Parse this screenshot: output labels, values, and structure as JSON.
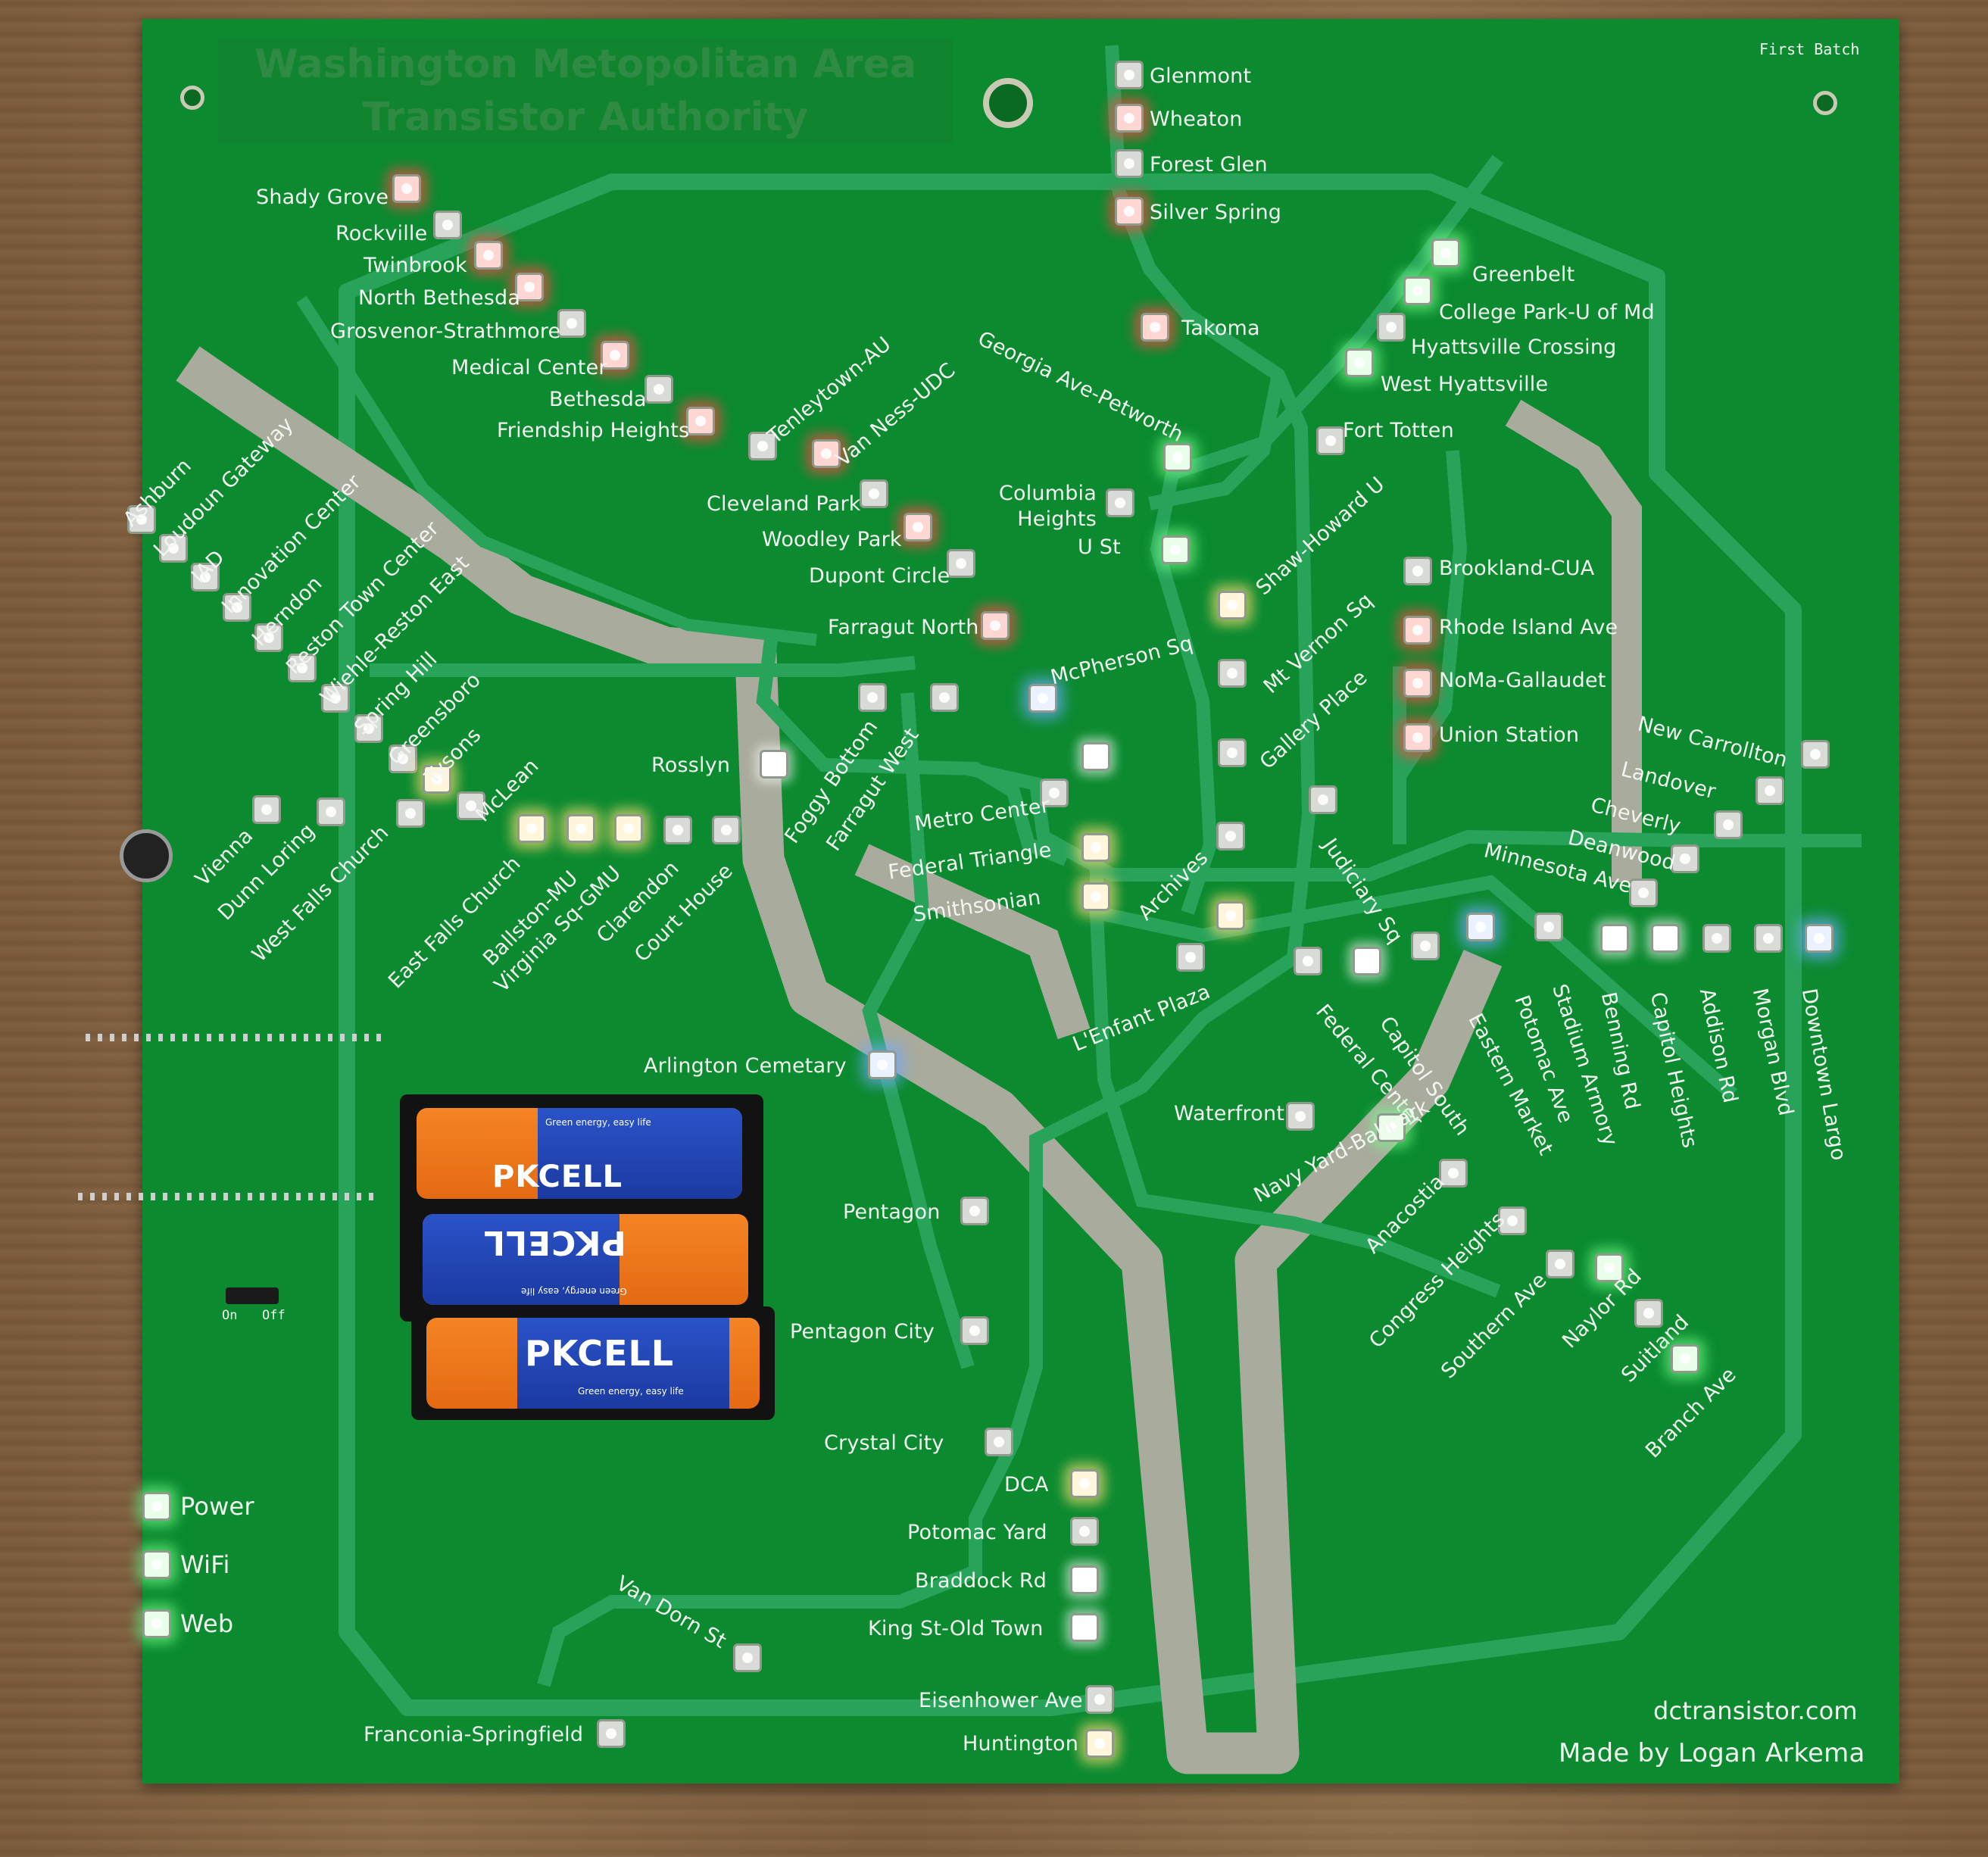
{
  "board": {
    "title_line1": "Washington Metopolitan Area",
    "title_line2": "Transistor Authority",
    "batch_note": "First Batch",
    "website": "dctransistor.com",
    "credit": "Made by Logan Arkema",
    "status": [
      {
        "label": "Power"
      },
      {
        "label": "WiFi"
      },
      {
        "label": "Web"
      }
    ],
    "switch_on": "On",
    "switch_off": "Off",
    "battery_brand": "PKCELL",
    "battery_tagline": "Green energy, easy life"
  },
  "colors": {
    "pcb": "#0b8a2f",
    "trace": "#27a35a",
    "silk": "#f1f6f1",
    "river": "#a9ab9c",
    "led_red": "#ff4646",
    "led_green": "#78ff8c",
    "led_blue": "#6eaaff",
    "led_yellow": "#ffdc78"
  },
  "stations": {
    "red_north": [
      "Glenmont",
      "Wheaton",
      "Forest Glen",
      "Silver Spring",
      "Takoma"
    ],
    "red_west": [
      "Shady Grove",
      "Rockville",
      "Twinbrook",
      "North Bethesda",
      "Grosvenor-Strathmore",
      "Medical Center",
      "Bethesda",
      "Friendship Heights",
      "Tenleytown-AU",
      "Van Ness-UDC",
      "Cleveland Park",
      "Woodley Park",
      "Dupont Circle",
      "Farragut North"
    ],
    "green_north": [
      "Greenbelt",
      "College Park-U of Md",
      "Hyattsville Crossing",
      "West Hyattsville",
      "Fort Totten",
      "Georgia Ave-Petworth",
      "Columbia Heights",
      "U St",
      "Shaw-Howard U",
      "Mt Vernon Sq",
      "Gallery Place",
      "Archives"
    ],
    "red_east": [
      "Brookland-CUA",
      "Rhode Island Ave",
      "NoMa-Gallaudet",
      "Union Station",
      "Judiciary Sq"
    ],
    "silver_west": [
      "Ashburn",
      "Loudoun Gateway",
      "IAD",
      "Innovation Center",
      "Herndon",
      "Reston Town Center",
      "Wiehle-Reston East",
      "Spring Hill",
      "Greensboro",
      "Tysons",
      "McLean"
    ],
    "orange_west": [
      "Vienna",
      "Dunn Loring",
      "West Falls Church",
      "East Falls Church",
      "Ballston-MU",
      "Virginia Sq-GMU",
      "Clarendon",
      "Court House",
      "Rosslyn"
    ],
    "core": [
      "Foggy Bottom",
      "Farragut West",
      "McPherson Sq",
      "Metro Center",
      "Federal Triangle",
      "Smithsonian",
      "L'Enfant Plaza"
    ],
    "orange_east": [
      "New Carrollton",
      "Landover",
      "Cheverly",
      "Deanwood",
      "Minnesota Ave"
    ],
    "blue_east": [
      "Federal Center",
      "Capitol South",
      "Eastern Market",
      "Potomac Ave",
      "Stadium Armory",
      "Benning Rd",
      "Capitol Heights",
      "Addison Rd",
      "Morgan Blvd",
      "Downtown Largo"
    ],
    "green_south": [
      "Waterfront",
      "Navy Yard-Ballpark",
      "Anacostia",
      "Congress Heights",
      "Southern Ave",
      "Naylor Rd",
      "Suitland",
      "Branch Ave"
    ],
    "blue_south": [
      "Arlington Cemetary",
      "Pentagon",
      "Pentagon City",
      "Crystal City",
      "DCA",
      "Potomac Yard",
      "Braddock Rd",
      "King St-Old Town",
      "Van Dorn St",
      "Franconia-Springfield",
      "Eisenhower Ave",
      "Huntington"
    ]
  }
}
